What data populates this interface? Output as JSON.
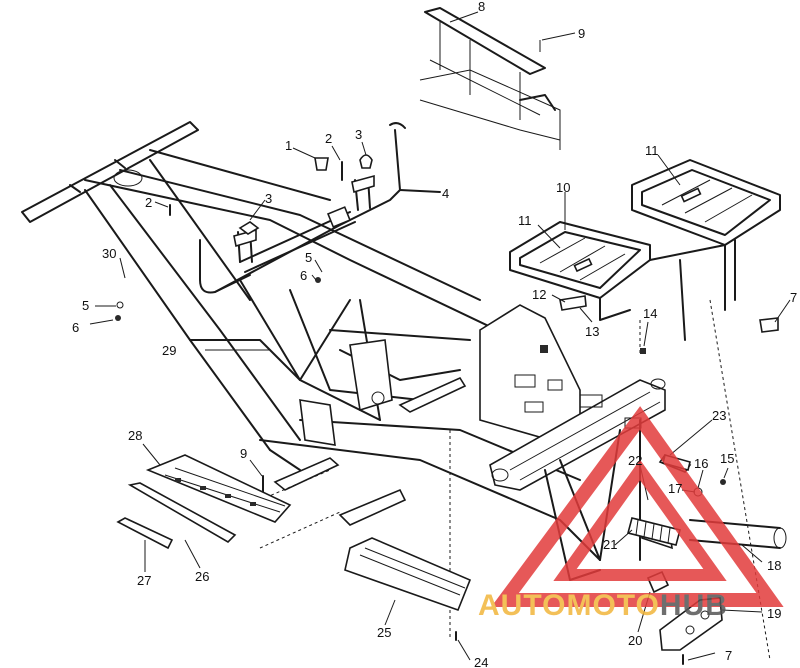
{
  "callouts": {
    "c1": "1",
    "c2a": "2",
    "c2b": "2",
    "c3a": "3",
    "c3b": "3",
    "c4": "4",
    "c5a": "5",
    "c5b": "5",
    "c6a": "6",
    "c6b": "6",
    "c7a": "7",
    "c7b": "7",
    "c8": "8",
    "c9a": "9",
    "c9b": "9",
    "c10": "10",
    "c11a": "11",
    "c11b": "11",
    "c12": "12",
    "c13": "13",
    "c14": "14",
    "c15": "15",
    "c16": "16",
    "c17": "17",
    "c18": "18",
    "c19": "19",
    "c20": "20",
    "c21": "21",
    "c22": "22",
    "c23": "23",
    "c24": "24",
    "c25": "25",
    "c26": "26",
    "c27": "27",
    "c28": "28",
    "c29": "29",
    "c30": "30"
  },
  "watermark": {
    "part1": "AUTOMOTO",
    "part2": "HUB",
    "color_part1": "#f2b63c",
    "color_part2": "#555555",
    "triangle_color": "#e23b3b"
  }
}
